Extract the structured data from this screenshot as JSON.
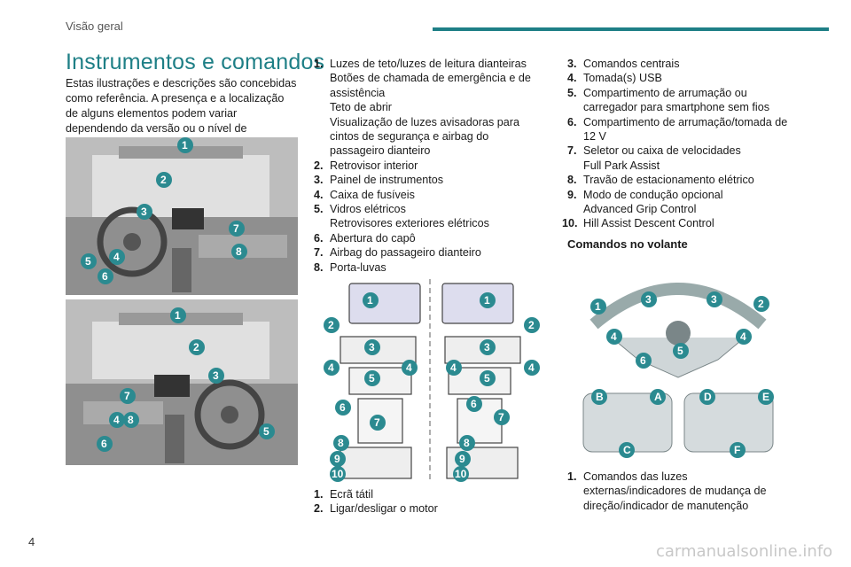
{
  "header": {
    "section": "Visão geral"
  },
  "title": "Instrumentos e comandos",
  "intro": "Estas ilustrações e descrições são concebidas como referência. A presença e a localização de alguns elementos podem variar dependendo da versão ou o nível de equipamento.",
  "list_a": [
    {
      "num": "1.",
      "lines": [
        "Luzes de teto/luzes de leitura dianteiras",
        "Botões de chamada de emergência e de assistência",
        "Teto de abrir",
        "Visualização de luzes avisadoras para cintos de segurança e airbag do passageiro dianteiro"
      ]
    },
    {
      "num": "2.",
      "lines": [
        "Retrovisor interior"
      ]
    },
    {
      "num": "3.",
      "lines": [
        "Painel de instrumentos"
      ]
    },
    {
      "num": "4.",
      "lines": [
        "Caixa de fusíveis"
      ]
    },
    {
      "num": "5.",
      "lines": [
        "Vidros elétricos",
        "Retrovisores exteriores elétricos"
      ]
    },
    {
      "num": "6.",
      "lines": [
        "Abertura do capô"
      ]
    },
    {
      "num": "7.",
      "lines": [
        "Airbag do passageiro dianteiro"
      ]
    },
    {
      "num": "8.",
      "lines": [
        "Porta-luvas"
      ]
    }
  ],
  "list_b": [
    {
      "num": "3.",
      "lines": [
        "Comandos centrais"
      ]
    },
    {
      "num": "4.",
      "lines": [
        "Tomada(s) USB"
      ]
    },
    {
      "num": "5.",
      "lines": [
        "Compartimento de arrumação ou carregador para smartphone sem fios"
      ]
    },
    {
      "num": "6.",
      "lines": [
        "Compartimento de arrumação/tomada de 12 V"
      ]
    },
    {
      "num": "7.",
      "lines": [
        "Seletor ou caixa de velocidades",
        "Full Park Assist"
      ]
    },
    {
      "num": "8.",
      "lines": [
        "Travão de estacionamento elétrico"
      ]
    },
    {
      "num": "9.",
      "lines": [
        "Modo de condução opcional",
        "Advanced Grip Control"
      ]
    },
    {
      "num": "10.",
      "lines": [
        "Hill Assist Descent Control"
      ]
    }
  ],
  "list_c": [
    {
      "num": "1.",
      "lines": [
        "Ecrã tátil"
      ]
    },
    {
      "num": "2.",
      "lines": [
        "Ligar/desligar o motor"
      ]
    }
  ],
  "subhead": "Comandos no volante",
  "list_d": [
    {
      "num": "1.",
      "lines": [
        "Comandos das luzes externas/indicadores de mudança de direção/indicador de manutenção"
      ]
    }
  ],
  "page_number": "4",
  "watermark": "carmanualsonline.info",
  "colors": {
    "accent": "#1e7f86",
    "badge": "#2b8a90"
  }
}
